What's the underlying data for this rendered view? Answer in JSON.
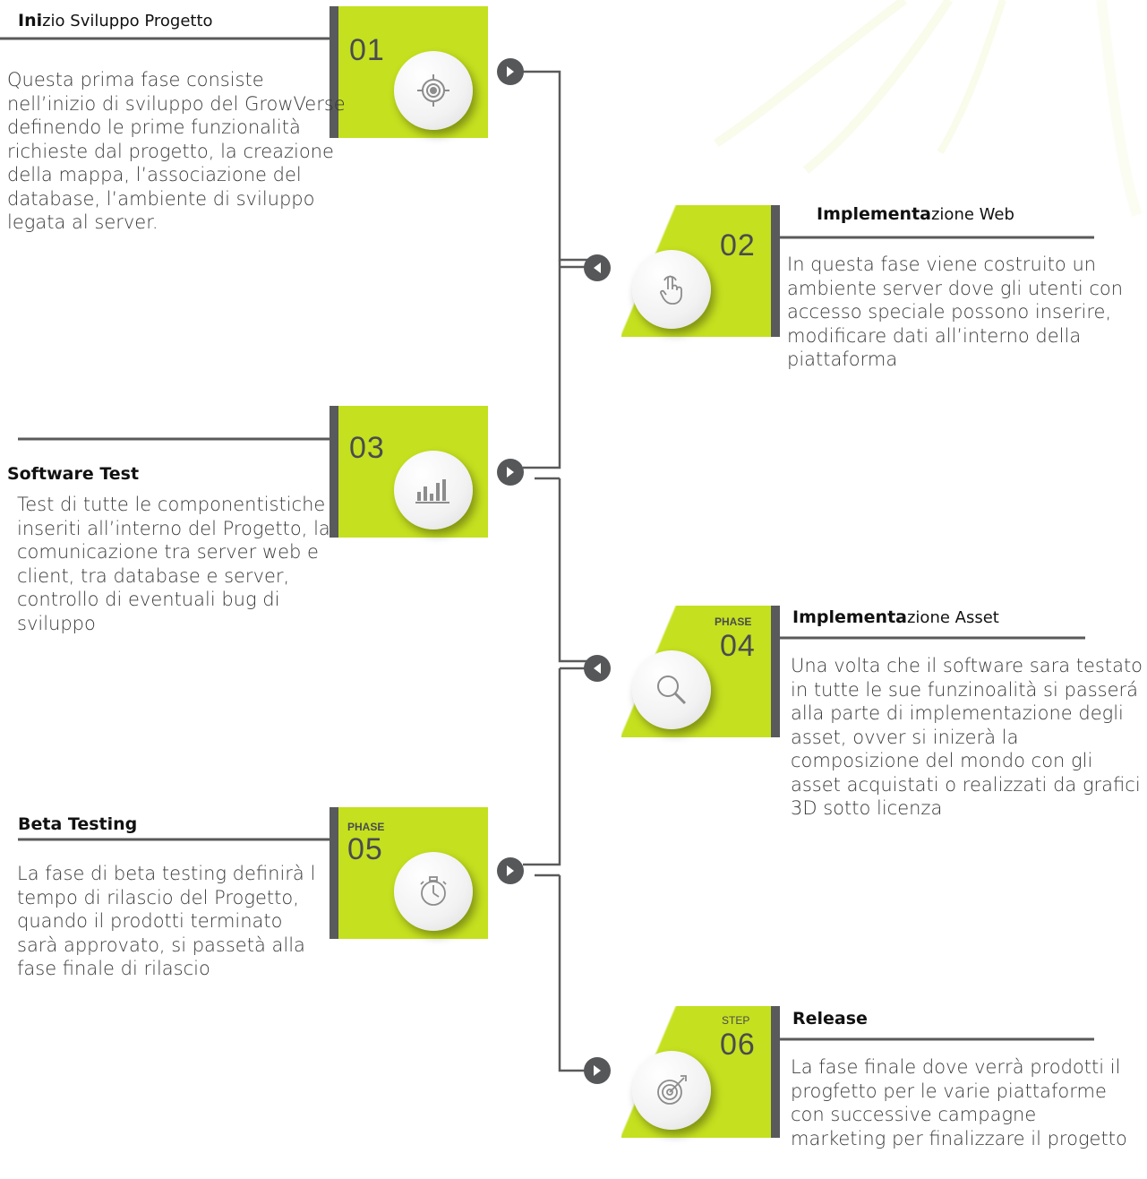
{
  "colors": {
    "accent": "#c5e01f",
    "dark": "#585a5c",
    "text": "#3a3a3a"
  },
  "steps": [
    {
      "number": "01",
      "label": "",
      "title_bold": "Ini",
      "title_rest": "zio Sviluppo Progetto",
      "body": "Questa prima fase consiste nell’inizio di sviluppo del GrowVerse definendo le prime funzionalità richieste dal progetto, la creazione della mappa, l’associazione del database, l’ambiente di sviluppo legata al server.",
      "icon": "target-icon"
    },
    {
      "number": "02",
      "label": "",
      "title_bold": "Implementa",
      "title_rest": "zione Web",
      "body": "In questa fase viene costruito un ambiente server dove gli utenti con accesso speciale possono inserire, modificare dati all’interno della piattaforma",
      "icon": "touch-hand-icon"
    },
    {
      "number": "03",
      "label": "",
      "title_bold": "Software Test",
      "title_rest": "",
      "body": "Test di tutte le componentistiche inseriti all’interno del Progetto, la comunicazione tra server web e client, tra database e server, controllo di eventuali bug di sviluppo",
      "icon": "bar-chart-icon"
    },
    {
      "number": "04",
      "label": "PHASE",
      "title_bold": "Implementa",
      "title_rest": "zione Asset",
      "body": "Una volta che il software sara testato in tutte le sue funzinoalità si passerá alla parte di implementazione degli asset, ovver si inizerà la composizione del mondo con gli asset acquistati o realizzati da grafici 3D sotto licenza",
      "icon": "magnifier-icon"
    },
    {
      "number": "05",
      "label": "PHASE",
      "title_bold": "Beta Testing",
      "title_rest": "",
      "body": "La  fase di beta testing definirà l tempo di rilascio del Progetto, quando il prodotti terminato sarà approvato, si passetà alla fase finale di rilascio",
      "icon": "stopwatch-icon"
    },
    {
      "number": "06",
      "label": "STEP",
      "title_bold": "Release",
      "title_rest": "",
      "body": "La fase finale dove verrà prodotti il progfetto per le varie piattaforme con successive campagne marketing per finalizzare il progetto",
      "icon": "dart-target-icon"
    }
  ]
}
